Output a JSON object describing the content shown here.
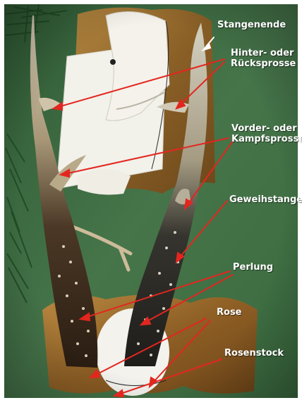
{
  "labels": {
    "stangenende": "Stangenende",
    "hinter_line1": "Hinter- oder",
    "hinter_line2": "Rücksprosse",
    "vorder_line1": "Vorder- oder",
    "vorder_line2": "Kampfsprosse",
    "geweihstange": "Geweihstange",
    "perlung": "Perlung",
    "rose": "Rose",
    "rosenstock": "Rosenstock"
  },
  "colors": {
    "background_green": "#3f6d43",
    "arrow_red": "#e3261f",
    "arrow_white": "#ffffff",
    "label_text": "#ffffff",
    "plaque_wood": "#9d6e2e",
    "antler_dark": "#3a2a1c",
    "antler_light": "#b9ab90"
  }
}
